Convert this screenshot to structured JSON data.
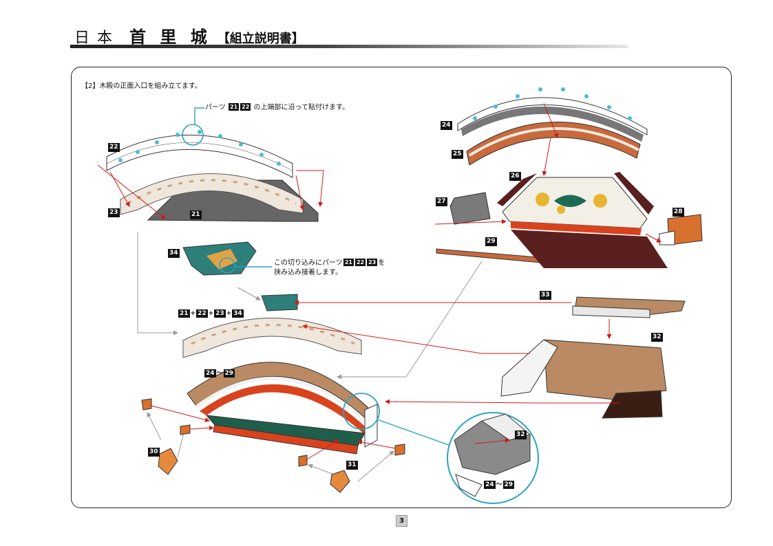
{
  "header": {
    "prefix": "日 本",
    "title": "首 里 城",
    "subtitle": "【組立説明書】"
  },
  "step": {
    "title": "【2】木殿の正面入口を組み立てます。"
  },
  "notes": {
    "top_a": "パーツ",
    "top_b": "の上端部に沿って貼付けます。",
    "mid_a": "この切り込みにパーツ",
    "mid_b": "を",
    "mid_c": "挟み込み接着します。"
  },
  "parts": {
    "p21": "21",
    "p22": "22",
    "p23": "23",
    "p24": "24",
    "p25": "25",
    "p26": "26",
    "p27": "27",
    "p28": "28",
    "p29": "29",
    "p30": "30",
    "p31": "31",
    "p32": "32",
    "p33": "33",
    "p34": "34"
  },
  "combo": {
    "plus": "+",
    "tilde": "～"
  },
  "page": {
    "number": "3"
  },
  "colors": {
    "roof": "#b98a63",
    "lacquer": "#d8431e",
    "outline": "#2aa3c4",
    "arrow": "#d21818"
  }
}
